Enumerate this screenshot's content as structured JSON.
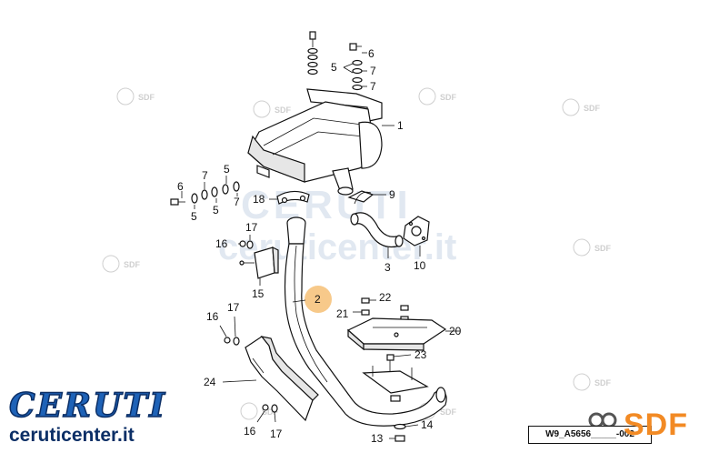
{
  "watermark": {
    "brand": "CERUTI",
    "site": "ceruticenter.it",
    "stamp": "SDF"
  },
  "callouts": {
    "c1": "1",
    "c2": "2",
    "c3": "3",
    "c5a": "5",
    "c5b": "5",
    "c5c": "5",
    "c5d": "5",
    "c6a": "6",
    "c6b": "6",
    "c7a": "7",
    "c7b": "7",
    "c7c": "7",
    "c7d": "7",
    "c9": "9",
    "c10": "10",
    "c13": "13",
    "c14": "14",
    "c15": "15",
    "c16a": "16",
    "c16b": "16",
    "c16c": "16",
    "c17a": "17",
    "c17b": "17",
    "c17c": "17",
    "c18": "18",
    "c20": "20",
    "c21": "21",
    "c22": "22",
    "c23": "23",
    "c24": "24"
  },
  "highlight": {
    "part": "2",
    "color": "#f7c98a"
  },
  "brand": {
    "name": "CERUTI",
    "site": "ceruticenter.it",
    "color": "#1e62b7"
  },
  "drawing_code": "W9_A5656_____-002",
  "sdf_logo": {
    "text": "SDF",
    "color": "#f28a24"
  }
}
